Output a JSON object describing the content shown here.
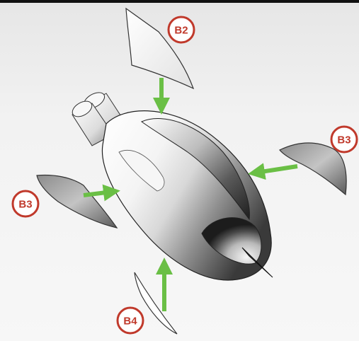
{
  "labels": {
    "b2": "B2",
    "b3_right": "B3",
    "b3_left": "B3",
    "b4": "B4"
  },
  "colors": {
    "badge_stroke": "#c0392b",
    "badge_text": "#c0392b",
    "badge_fill": "#ffffff",
    "arrow": "#6abf45",
    "background": "#f2f2f2"
  }
}
